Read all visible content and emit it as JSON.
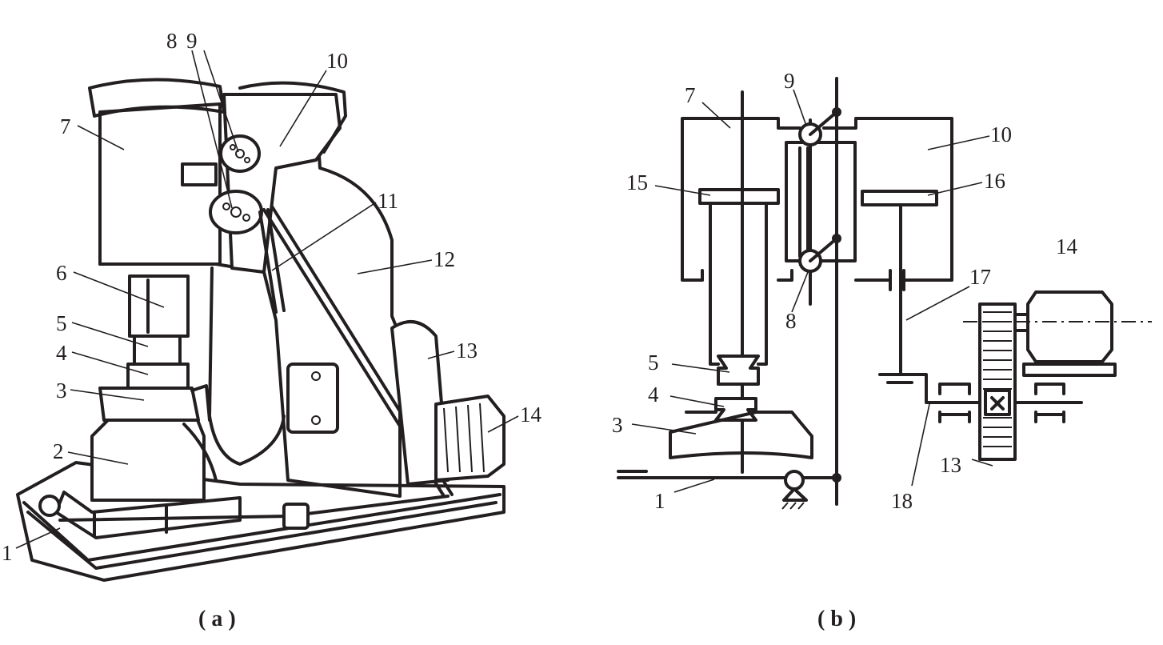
{
  "figure_a": {
    "caption": "( a )",
    "labels": {
      "l1": "1",
      "l2": "2",
      "l3": "3",
      "l4": "4",
      "l5": "5",
      "l6": "6",
      "l7": "7",
      "l8": "8",
      "l9": "9",
      "l10": "10",
      "l11": "11",
      "l12": "12",
      "l13": "13",
      "l14": "14"
    }
  },
  "figure_b": {
    "caption": "( b )",
    "labels": {
      "l1": "1",
      "l3": "3",
      "l4": "4",
      "l5": "5",
      "l7": "7",
      "l8": "8",
      "l9": "9",
      "l10": "10",
      "l13": "13",
      "l14": "14",
      "l15": "15",
      "l16": "16",
      "l17": "17",
      "l18": "18"
    }
  }
}
